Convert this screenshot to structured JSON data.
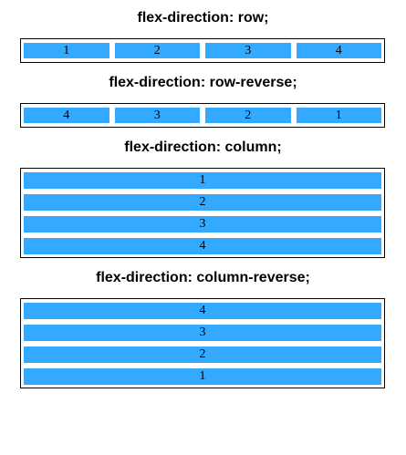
{
  "sections": [
    {
      "title": "flex-direction: row;",
      "items": [
        "1",
        "2",
        "3",
        "4"
      ]
    },
    {
      "title": "flex-direction: row-reverse;",
      "items": [
        "4",
        "3",
        "2",
        "1"
      ]
    },
    {
      "title": "flex-direction: column;",
      "items": [
        "1",
        "2",
        "3",
        "4"
      ]
    },
    {
      "title": "flex-direction: column-reverse;",
      "items": [
        "4",
        "3",
        "2",
        "1"
      ]
    }
  ],
  "colors": {
    "item_background": "#33aaff",
    "border": "#000000",
    "text": "#000000"
  }
}
